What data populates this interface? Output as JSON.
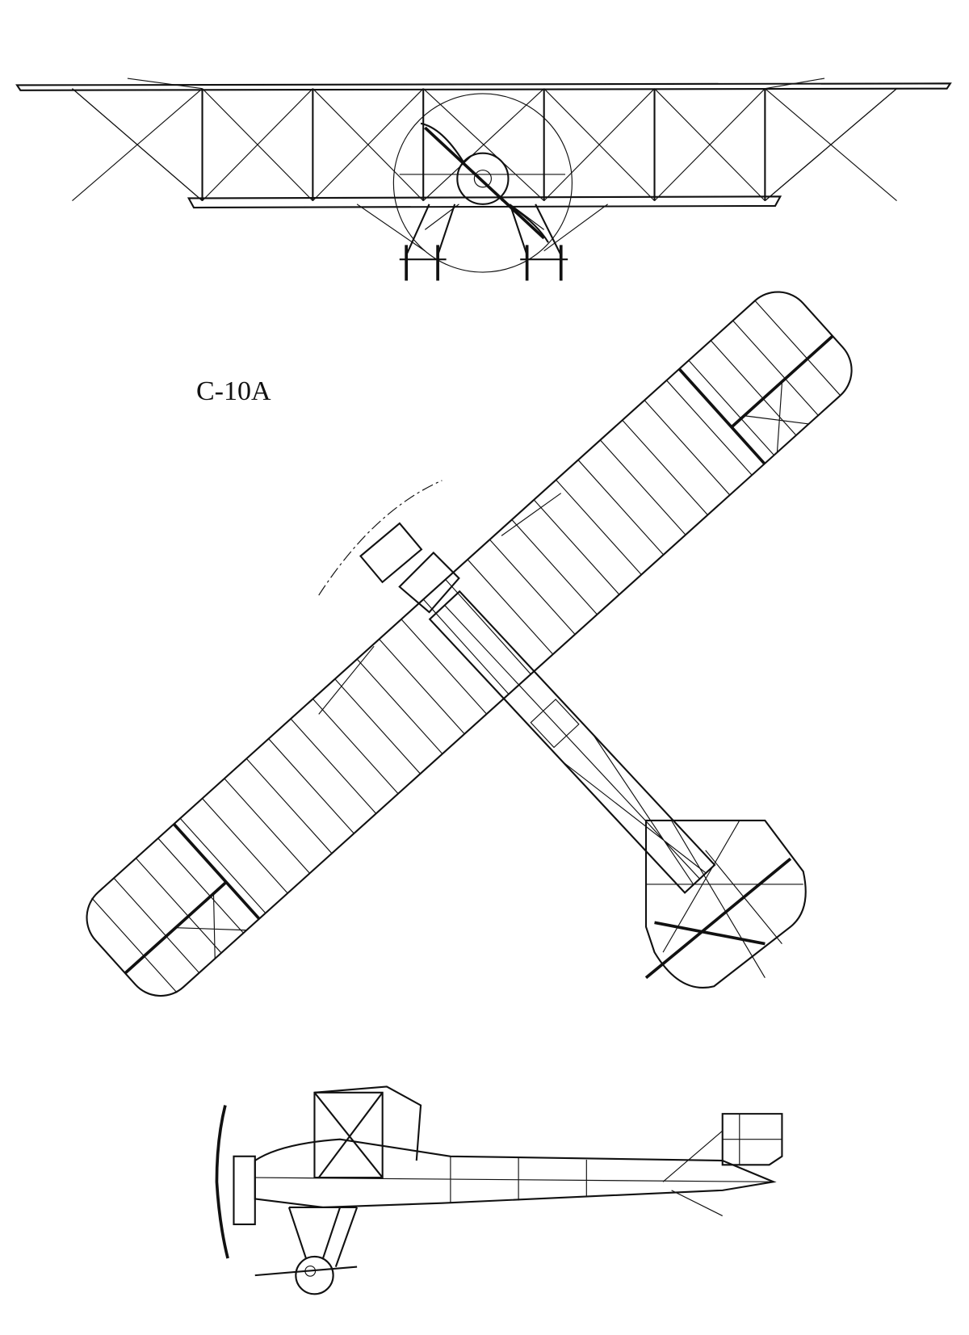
{
  "drawing": {
    "designation": "C-10A",
    "views": [
      "front-view",
      "top-view",
      "side-view"
    ],
    "line_color": "#111111",
    "background": "#ffffff"
  }
}
